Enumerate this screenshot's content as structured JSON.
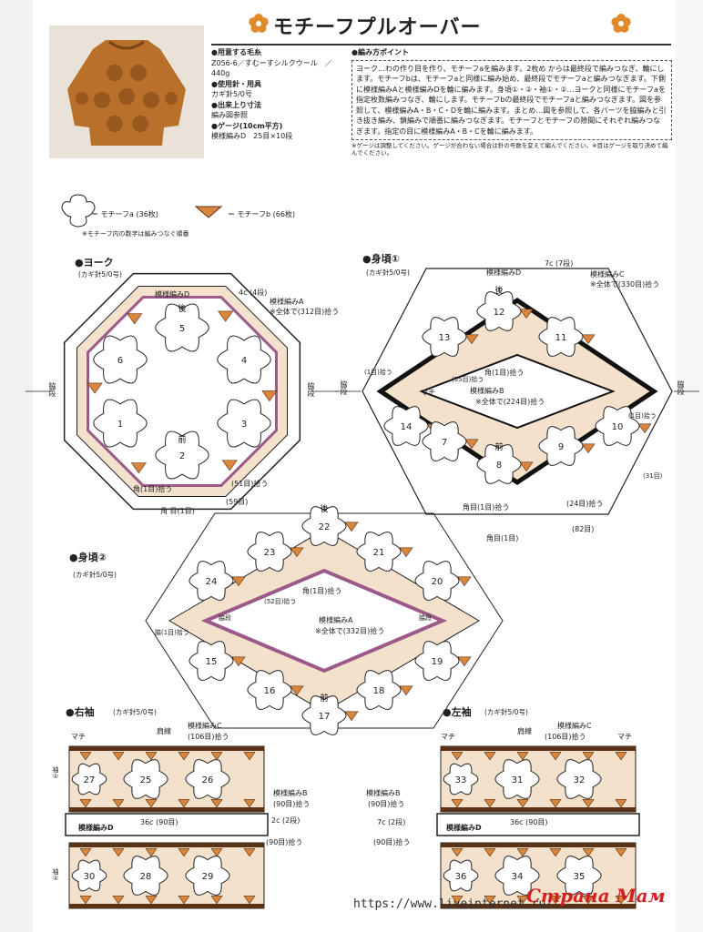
{
  "title": "モチーフプルオーバー",
  "specs": [
    {
      "h": "●用意する毛糸",
      "t": "Z056-6／すむーすシルクウール　／440g"
    },
    {
      "h": "●使用針・用具",
      "t": "カギ針5/0号"
    },
    {
      "h": "●出来上り寸法",
      "t": "編み図参照"
    },
    {
      "h": "●ゲージ(10cm平方)",
      "t": "模様編みD　25目×10段"
    }
  ],
  "points_heading": "●編み方ポイント",
  "points_text": "ヨーク…わの作り目を作り、モチーフaを編みます。2枚め からは最終段で編みつなぎ、輪にします。モチーフbは、モチーフaと同様に編み始め、最終段でモチーフaと編みつなぎます。下側に模様編みAと模様編みDを輪に編みます。身頃①・②・袖①・②…ヨークと同様にモチーフaを指定枚数編みつなぎ、輪にします。モチーフbの最終段でモチーフaと編みつなぎます。図を参照して、模様編みA・B・C・Dを輪に編みます。まとめ…図を参照して、各パーツを脇編みと引き抜き編み、鎖編みで順番に編みつなぎます。モチーフとモチーフの隙間にそれぞれ編みつなぎます。指定の目に模様編みA・B・Cを輪に編みます。",
  "points_note": "※ゲージは調整してください。ゲージが合わない場合は針の号数を変えて編んでください。※目はゲージを取り決めて編んでください。",
  "legend": {
    "motif_a": "＝ モチーフa (36枚)",
    "motif_b": "＝ モチーフb (66枚)",
    "note": "※モチーフ内の数字は編みつなぐ順番"
  },
  "yoke": {
    "title": "●ヨーク",
    "hook": "(カギ針5/0号)",
    "pattern_d": "模様編みD",
    "pattern_a": "模様編みA",
    "total_a": "※全体で(312目)拾う",
    "c4": "4c (4段)",
    "back": "後",
    "front": "前",
    "side_l": "脇段",
    "side_r": "脇段",
    "corner": "角(1目)拾う",
    "pick51": "(51目)拾う",
    "pick59": "(59目)",
    "corner2": "角 目(1目)",
    "motifs": [
      "5",
      "4",
      "3",
      "2",
      "1",
      "6"
    ]
  },
  "body1": {
    "title": "●身頃①",
    "hook": "(カギ針5/0号)",
    "pattern_d": "模様編みD",
    "pattern_c": "模様編みC",
    "total_c": "※全体で(330目)拾う",
    "c7": "7c (7段)",
    "pattern_b": "模様編みB",
    "total_b": "※全体で(224目)拾う",
    "corner": "角(1目)拾う",
    "machi": "マチ",
    "back": "後",
    "front": "前",
    "side_l": "脇段",
    "side_r": "脇段",
    "pick": "(55目)拾う",
    "s1": "(1目)拾う",
    "s2": "(1目)拾う",
    "p31": "(31目)",
    "p24": "(24目)拾う",
    "p82": "(82目)",
    "corner_b": "角目(1目)拾う",
    "corner_c": "角目(1目)",
    "motifs": [
      "12",
      "11",
      "10",
      "9",
      "8",
      "7",
      "14",
      "13"
    ]
  },
  "body2": {
    "title": "●身頃②",
    "hook": "(カギ針5/0号)",
    "back": "後",
    "front": "前",
    "corner": "角(1目)拾う",
    "pick52": "(52目)拾う",
    "pattern_a": "模様編みA",
    "total_a": "※全体で(332目)拾う",
    "side_l": "脇段",
    "side_r": "脇段",
    "side_pick": "脇(1目)拾う",
    "motifs": [
      "22",
      "21",
      "20",
      "19",
      "18",
      "17",
      "16",
      "15",
      "24",
      "23"
    ]
  },
  "right_sleeve": {
    "title": "●右袖",
    "hook": "(カギ針5/0号)",
    "shoulder": "肩線",
    "machi_l": "マチ",
    "pattern_c": "模様編みC",
    "pick_c": "(106目)拾う",
    "pattern_b": "模様編みB",
    "pick_b": "(90目)拾う",
    "pattern_d": "模様編みD",
    "c36": "36c (90目)",
    "c2": "2c (2段)",
    "pick90": "(90目)拾う",
    "sleeve1": "袖①",
    "sleeve2": "袖②",
    "motifs_top": [
      "27",
      "25",
      "26"
    ],
    "motifs_bottom": [
      "30",
      "28",
      "29"
    ]
  },
  "left_sleeve": {
    "title": "●左袖",
    "hook": "(カギ針5/0号)",
    "shoulder": "肩線",
    "machi_l": "マチ",
    "machi_r": "マチ",
    "pattern_c": "模様編みC",
    "pick_c": "(106目)拾う",
    "pattern_b": "模様編みB",
    "pick_b": "(90目)拾う",
    "pattern_d": "模様編みD",
    "c36": "36c (90目)",
    "c2": "7c (2段)",
    "pick90": "(90目)拾う",
    "motifs_top": [
      "33",
      "31",
      "32"
    ],
    "motifs_bottom": [
      "36",
      "34",
      "35"
    ]
  },
  "url": "https://www.liveinternet.ru/...",
  "watermark": "Страна Мам",
  "colors": {
    "accent": "#d9853b",
    "purple": "#9c5a8a",
    "brown": "#5a3316"
  }
}
